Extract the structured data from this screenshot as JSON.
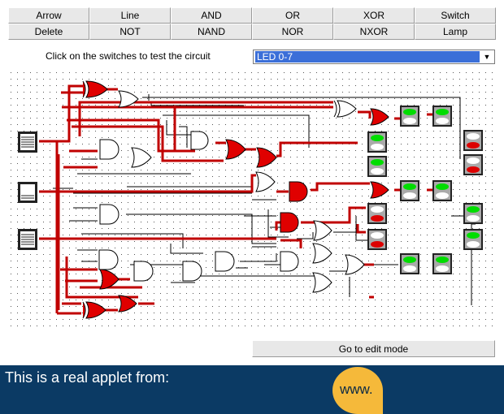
{
  "toolbar": {
    "row1": [
      "Arrow",
      "Line",
      "AND",
      "OR",
      "XOR",
      "Switch"
    ],
    "row2": [
      "Delete",
      "NOT",
      "NAND",
      "NOR",
      "NXOR",
      "Lamp"
    ]
  },
  "instruction": "Click on the switches to test the circuit",
  "circuit_select": {
    "value": "LED 0-7"
  },
  "edit_button": "Go to edit mode",
  "banner": {
    "text": "This is a real applet from:",
    "badge_text": "www."
  },
  "colors": {
    "wire_active": "#c00000",
    "wire_idle": "#000000",
    "lamp_on": "#00dd00",
    "lamp_off": "#dd0000",
    "banner_bg": "#0b3a64",
    "badge": "#f5b93a"
  }
}
